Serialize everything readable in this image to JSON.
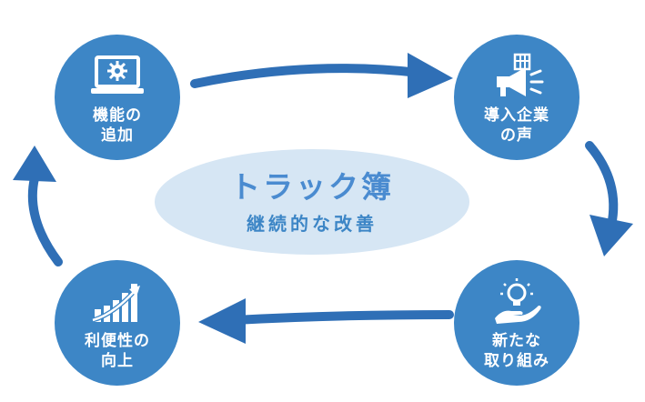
{
  "center": {
    "title": "トラック簿",
    "subtitle": "継続的な改善"
  },
  "nodes": {
    "top_left": {
      "line1": "機能の",
      "line2": "追加",
      "icon": "laptop-gear-icon"
    },
    "top_right": {
      "line1": "導入企業",
      "line2": "の声",
      "icon": "building-megaphone-icon"
    },
    "bottom_right": {
      "line1": "新たな",
      "line2": "取り組み",
      "icon": "lightbulb-hand-icon"
    },
    "bottom_left": {
      "line1": "利便性の",
      "line2": "向上",
      "icon": "growth-chart-icon"
    }
  },
  "colors": {
    "node": "#3d86c6",
    "arrow": "#2f6fb6",
    "ellipse": "#d6e6f4",
    "title": "#4a8bd0"
  }
}
